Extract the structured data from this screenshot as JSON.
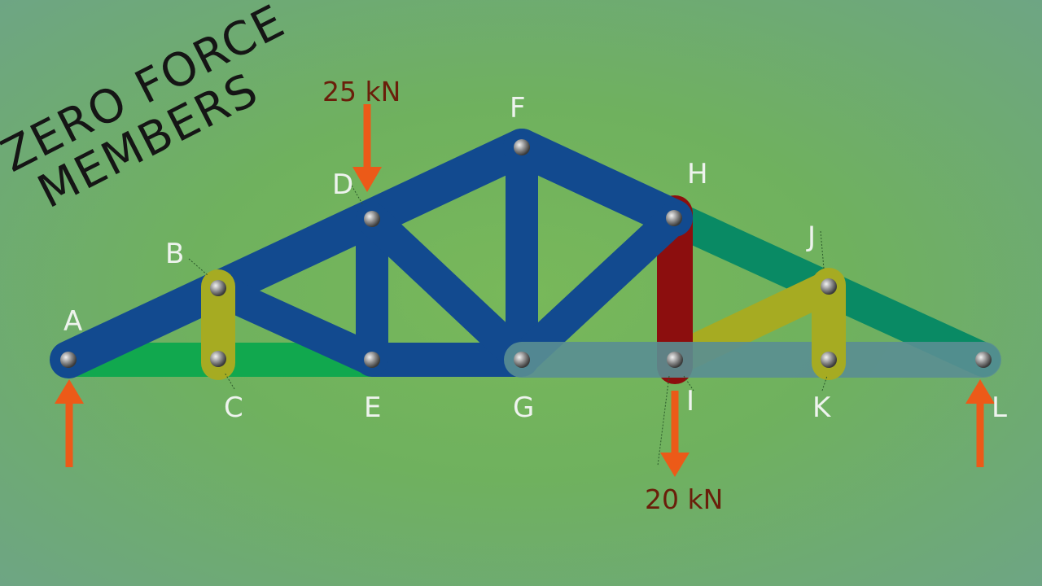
{
  "title": {
    "line1": "ZERO FORCE",
    "line2": "MEMBERS"
  },
  "nodes": {
    "A": "A",
    "B": "B",
    "C": "C",
    "D": "D",
    "E": "E",
    "F": "F",
    "G": "G",
    "H": "H",
    "I": "I",
    "J": "J",
    "K": "K",
    "L": "L"
  },
  "loads": {
    "top_load": "25 kN",
    "bottom_load": "20 kN"
  },
  "colors": {
    "blue_member": "#124a8f",
    "green_member": "#11a84e",
    "teal_member": "#098a64",
    "olive_member": "#a6ab22",
    "red_member": "#8c0e0e",
    "grey_member": "#5a8e92",
    "load_arrow": "#ec5a18"
  },
  "members": {
    "zero_force": [
      "BC",
      "JK",
      "HI"
    ]
  }
}
